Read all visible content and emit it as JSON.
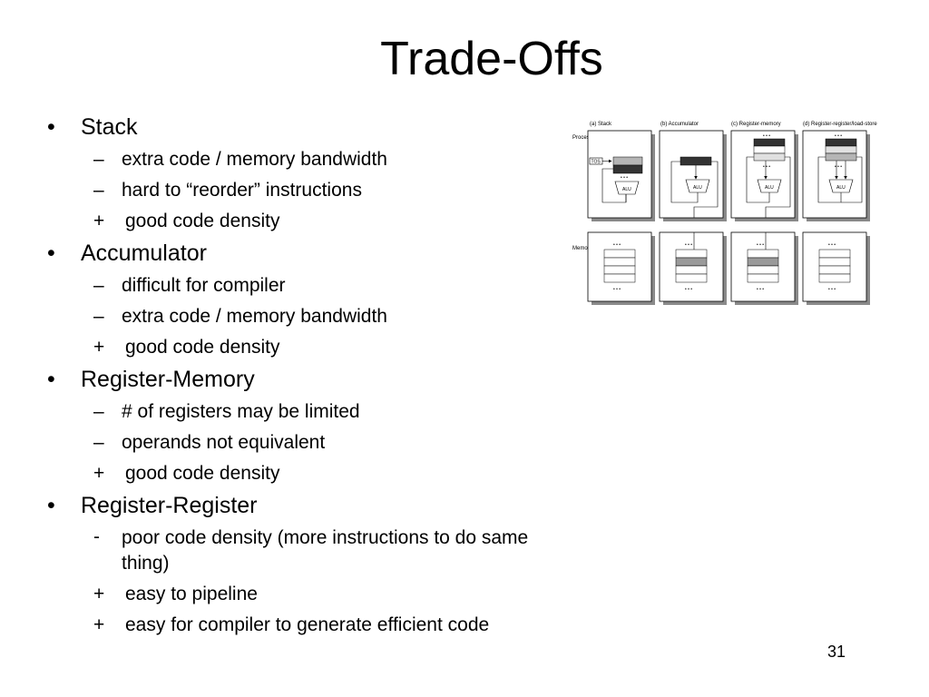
{
  "slide": {
    "title": "Trade-Offs",
    "slide_number": "31"
  },
  "bullets": [
    {
      "marker": "•",
      "text": "Stack",
      "subs": [
        {
          "marker": "–",
          "text": "extra code / memory bandwidth"
        },
        {
          "marker": "–",
          "text": "hard to “reorder” instructions"
        },
        {
          "marker": "+",
          "text": "good code density"
        }
      ]
    },
    {
      "marker": "•",
      "text": "Accumulator",
      "subs": [
        {
          "marker": "–",
          "text": "difficult for compiler"
        },
        {
          "marker": "–",
          "text": "extra code / memory bandwidth"
        },
        {
          "marker": "+",
          "text": "good code density"
        }
      ]
    },
    {
      "marker": "•",
      "text": "Register-Memory",
      "subs": [
        {
          "marker": "–",
          "text": "# of registers may be limited"
        },
        {
          "marker": "–",
          "text": "operands not equivalent"
        },
        {
          "marker": "+",
          "text": "good code density"
        }
      ]
    },
    {
      "marker": "•",
      "text": "Register-Register",
      "subs": [
        {
          "marker": "-",
          "text": "poor code density (more instructions to do same thing)"
        },
        {
          "marker": "+",
          "text": "easy to pipeline"
        },
        {
          "marker": "+",
          "text": "easy for compiler to generate efficient code"
        }
      ]
    }
  ],
  "diagram": {
    "panel_labels": [
      "(a) Stack",
      "(b) Accumulator",
      "(c) Register-memory",
      "(d) Register-register/load-store"
    ],
    "processor_label": "Processor",
    "memory_label": "Memory",
    "tos_label": "TOS",
    "alu_label": "ALU",
    "ellipsis": "• • •"
  }
}
